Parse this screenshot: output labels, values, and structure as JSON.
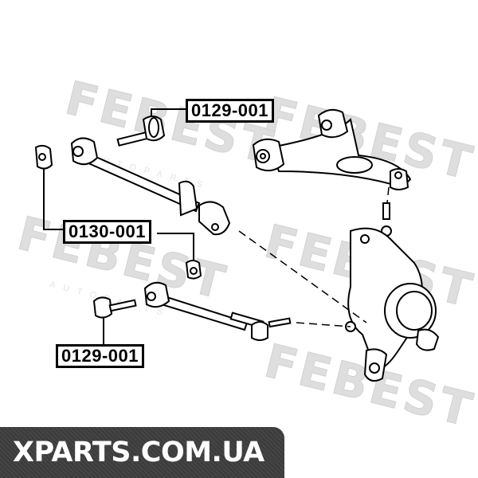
{
  "watermark": {
    "brand": "FEBEST",
    "sub": "AUTOPARTS"
  },
  "labels": {
    "upper_bolt": "0129-001",
    "bushing": "0130-001",
    "lower_bolt": "0129-001"
  },
  "banner": {
    "text": "XPARTS.COM.UA"
  }
}
